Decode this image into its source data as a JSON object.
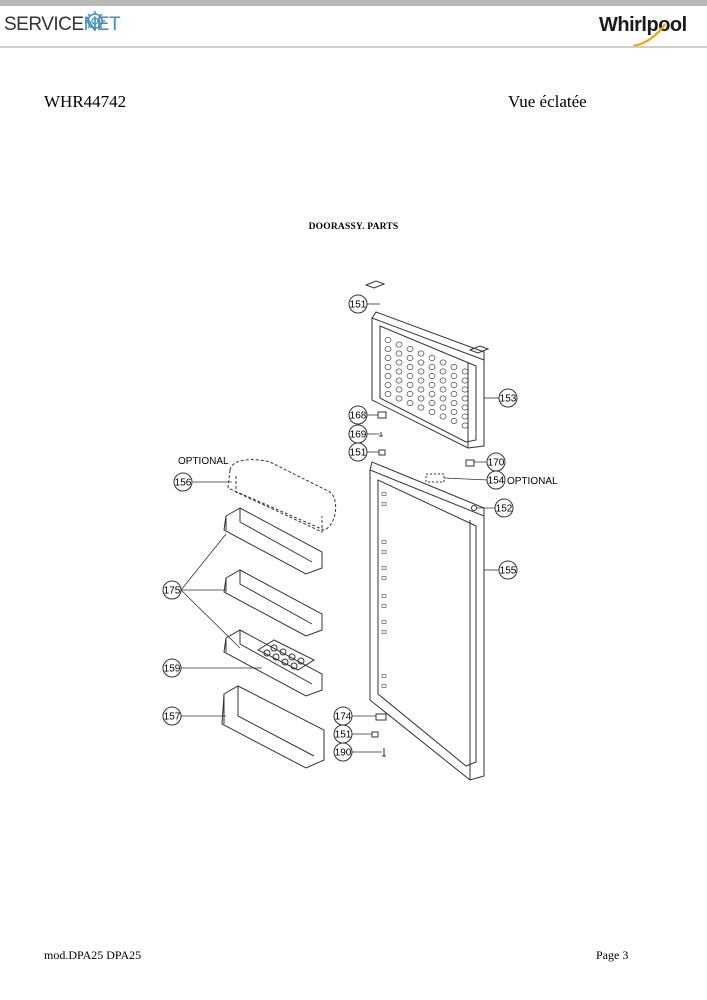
{
  "header": {
    "brand_left": {
      "text_a": "SERVICE",
      "text_b": "NET"
    },
    "brand_right": "Whirlpool"
  },
  "model_code": "WHR44742",
  "view_title": "Vue éclatée",
  "diagram": {
    "title": "DOORASSY. PARTS",
    "parts": [
      {
        "id": "p151a",
        "label": "151"
      },
      {
        "id": "p153",
        "label": "153"
      },
      {
        "id": "p168",
        "label": "168"
      },
      {
        "id": "p169",
        "label": "169"
      },
      {
        "id": "p151b",
        "label": "151"
      },
      {
        "id": "p170",
        "label": "170"
      },
      {
        "id": "p154",
        "label": "154"
      },
      {
        "id": "p152",
        "label": "152"
      },
      {
        "id": "p156",
        "label": "156"
      },
      {
        "id": "p175",
        "label": "175"
      },
      {
        "id": "p155",
        "label": "155"
      },
      {
        "id": "p159",
        "label": "159"
      },
      {
        "id": "p157",
        "label": "157"
      },
      {
        "id": "p174",
        "label": "174"
      },
      {
        "id": "p151c",
        "label": "151"
      },
      {
        "id": "p190",
        "label": "190"
      }
    ],
    "notes": {
      "optional_left": "OPTIONAL",
      "optional_right": "OPTIONAL"
    }
  },
  "footer": {
    "model_ref": "mod.DPA25 DPA25",
    "page": "Page 3"
  }
}
